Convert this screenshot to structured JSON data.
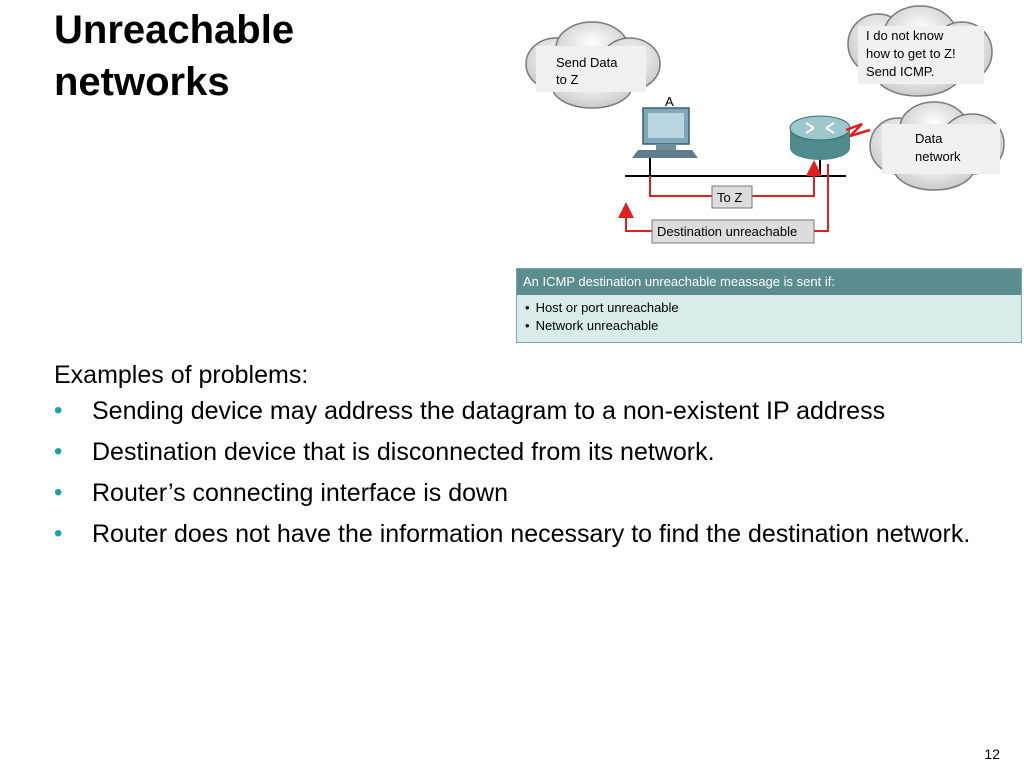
{
  "slide": {
    "title_line1": "Unreachable",
    "title_line2": "networks",
    "page_number": "12"
  },
  "diagram": {
    "cloud_send_line1": "Send Data",
    "cloud_send_line2": "to Z",
    "cloud_router_line1": "I do not know",
    "cloud_router_line2": "how to get to Z!",
    "cloud_router_line3": "Send ICMP.",
    "cloud_data_line1": "Data",
    "cloud_data_line2": "network",
    "host_label": "A",
    "to_z_label": "To Z",
    "dest_unreachable_label": "Destination unreachable",
    "arrow_color": "#e02020"
  },
  "info_box": {
    "header": "An ICMP destination unreachable meassage is sent if:",
    "items": [
      "Host or port unreachable",
      "Network unreachable"
    ]
  },
  "content": {
    "intro": "Examples of problems:",
    "bullets": [
      "Sending device may address the datagram to a non-existent IP address",
      "Destination device that is disconnected from its network.",
      "Router’s connecting interface is down",
      "Router does not have the information necessary to find the destination network."
    ]
  }
}
